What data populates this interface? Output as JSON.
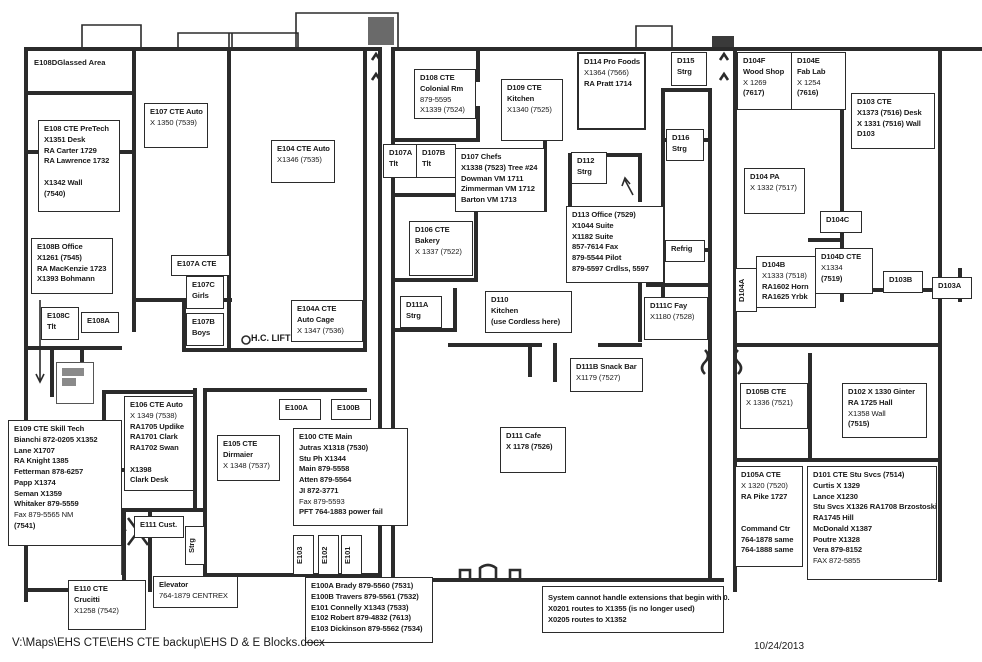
{
  "document": {
    "title": "EHS D & E Blocks Floor Plan",
    "file_path": "V:\\Maps\\EHS CTE\\EHS CTE backup\\EHS D & E Blocks.docx",
    "date": "10/24/2013"
  },
  "rooms": {
    "e108d": [
      "E108D",
      "Glassed Area"
    ],
    "e108": [
      "E108 CTE PreTech",
      "X1351 Desk",
      "RA Carter 1729",
      "RA Lawrence 1732",
      "",
      "X1342 Wall",
      "(7540)"
    ],
    "e107": [
      "E107 CTE Auto",
      "X 1350 (7539)"
    ],
    "e104": [
      "E104 CTE Auto",
      "X1346 (7535)"
    ],
    "e108b": [
      "E108B Office",
      "X1261 (7545)",
      "RA MacKenzie 1723",
      "X1393 Bohmann"
    ],
    "e107a": [
      "E107A CTE"
    ],
    "e107c": [
      "E107C",
      "Girls"
    ],
    "e107b": [
      "E107B",
      "Boys"
    ],
    "e108c": [
      "E108C",
      "Tlt"
    ],
    "e108a": [
      "E108A"
    ],
    "e104a": [
      "E104A CTE",
      "Auto Cage",
      "X 1347 (7536)"
    ],
    "hc_lift": "H.C. LIFT",
    "e109": [
      "E109 CTE Skill Tech",
      "Bianchi 872-0205 X1352",
      "Lane X1707",
      "RA Knight 1385",
      "Fetterman 878-6257",
      "Papp X1374",
      "Seman X1359",
      "Whitaker 879-5559",
      "Fax 879-5565 NM",
      "(7541)"
    ],
    "e106": [
      "E106 CTE Auto",
      "X 1349 (7538)",
      "RA1705 Updike",
      "RA1701 Clark",
      "RA1702 Swan",
      "",
      "X1398",
      "Clark Desk"
    ],
    "e111": [
      "E111 Cust."
    ],
    "strg_e": "Strg",
    "e110": [
      "E110 CTE",
      "Crucitti",
      "X1258 (7542)"
    ],
    "elevator": [
      "Elevator",
      "764-1879 CENTREX"
    ],
    "e105": [
      "E105 CTE",
      "Dirmaier",
      "X 1348 (7537)"
    ],
    "e100a": "E100A",
    "e100b": "E100B",
    "e100": [
      "E100 CTE Main",
      "Jutras X1318 (7530)",
      "Stu Ph X1344",
      "Main 879-5558",
      "Atten 879-5564",
      "JI 872-3771",
      "Fax 879-5593",
      "PFT 764-1883 power fail"
    ],
    "e103": "E103",
    "e102": "E102",
    "e101": "E101",
    "e_directory": [
      "E100A Brady 879-5560 (7531)",
      "E100B Travers 879-5561 (7532)",
      "E101 Connelly X1343 (7533)",
      "E102 Robert 879-4832 (7613)",
      "E103 Dickinson 879-5562 (7534)"
    ],
    "d108": [
      "D108 CTE",
      "Colonial Rm",
      "879-5595",
      "X1339 (7524)"
    ],
    "d109": [
      "D109 CTE",
      "Kitchen",
      "X1340 (7525)"
    ],
    "d114": [
      "D114 Pro Foods",
      "X1364 (7566)",
      "RA Pratt 1714"
    ],
    "d115": [
      "D115",
      "Strg"
    ],
    "d107a": [
      "D107A",
      "Tlt"
    ],
    "d107b": [
      "D107B",
      "Tlt"
    ],
    "d107": [
      "D107 Chefs",
      "X1338 (7523) Tree #24",
      "Dowman VM 1711",
      "Zimmerman VM 1712",
      "Barton VM 1713"
    ],
    "d112": [
      "D112",
      "Strg"
    ],
    "d116": [
      "D116",
      "Strg"
    ],
    "d113": [
      "D113 Office (7529)",
      "X1044 Suite",
      "X1182 Suite",
      "857-7614 Fax",
      "879-5544 Pilot",
      "879-5597 Crdlss, 5597"
    ],
    "d106": [
      "D106 CTE",
      "Bakery",
      "X 1337 (7522)"
    ],
    "refrig": "Refrig",
    "d111a": [
      "D111A",
      "Strg"
    ],
    "d110": [
      "D110",
      "Kitchen",
      "(use Cordless here)"
    ],
    "d111c": [
      "D111C Fay",
      "X1180 (7528)"
    ],
    "d111b": [
      "D111B Snack Bar",
      "X1179 (7527)"
    ],
    "d111": [
      "D111 Cafe",
      "X 1178 (7526)"
    ],
    "d104f": [
      "D104F",
      "Wood Shop",
      "X 1269",
      "(7617)"
    ],
    "d104e": [
      "D104E",
      "Fab Lab",
      "X 1254",
      "(7616)"
    ],
    "d103": [
      "D103 CTE",
      "X1373 (7516) Desk",
      "X 1331 (7516) Wall",
      "D103"
    ],
    "d104": [
      "D104 PA",
      "X 1332 (7517)"
    ],
    "d104c": "D104C",
    "d104a": "D104A",
    "d104b": [
      "D104B",
      "X1333 (7518)",
      "RA1602 Horn",
      "RA1625 Yrbk"
    ],
    "d104d": [
      "D104D CTE",
      "X1334",
      "(7519)"
    ],
    "d103b": "D103B",
    "d103a": "D103A",
    "d105b": [
      "D105B CTE",
      "X 1336 (7521)"
    ],
    "d102": [
      "D102 X 1330 Ginter",
      "RA 1725 Hall",
      "X1358 Wall",
      "(7515)"
    ],
    "d105a": [
      "D105A CTE",
      "X 1320 (7520)",
      "RA Pike 1727",
      "",
      "",
      "Command Ctr",
      "764-1878 same",
      "764-1888 same"
    ],
    "d101": [
      "D101 CTE Stu Svcs (7514)",
      "Curtis X 1329",
      "Lance X1230",
      "Stu Svcs X1326 RA1708 Brzostoski",
      "RA1745 Hill",
      "McDonald X1387",
      "Poutre X1328",
      "Vera 879-8152",
      "FAX 872-5855"
    ]
  },
  "notes": {
    "extensions": [
      "System cannot handle extensions that begin with 0.",
      "X0201 routes to X1355 (is no longer used)",
      "X0205 routes to X1352"
    ]
  },
  "colors": {
    "wall": "#2b2b2b",
    "highlight": "#8a8a8a",
    "background": "#ffffff"
  }
}
